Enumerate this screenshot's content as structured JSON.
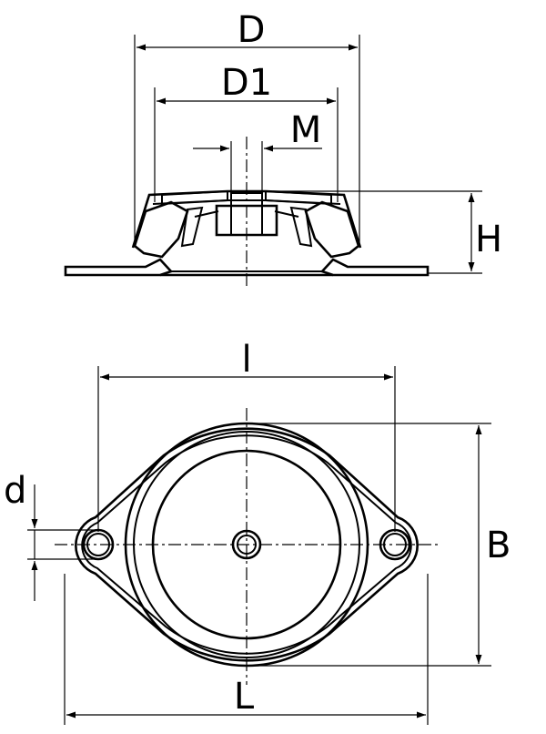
{
  "labels": {
    "D": "D",
    "D1": "D1",
    "M": "M",
    "H": "H",
    "l": "l",
    "d": "d",
    "B": "B",
    "L": "L"
  },
  "colors": {
    "stroke": "#000000",
    "background": "#ffffff"
  }
}
